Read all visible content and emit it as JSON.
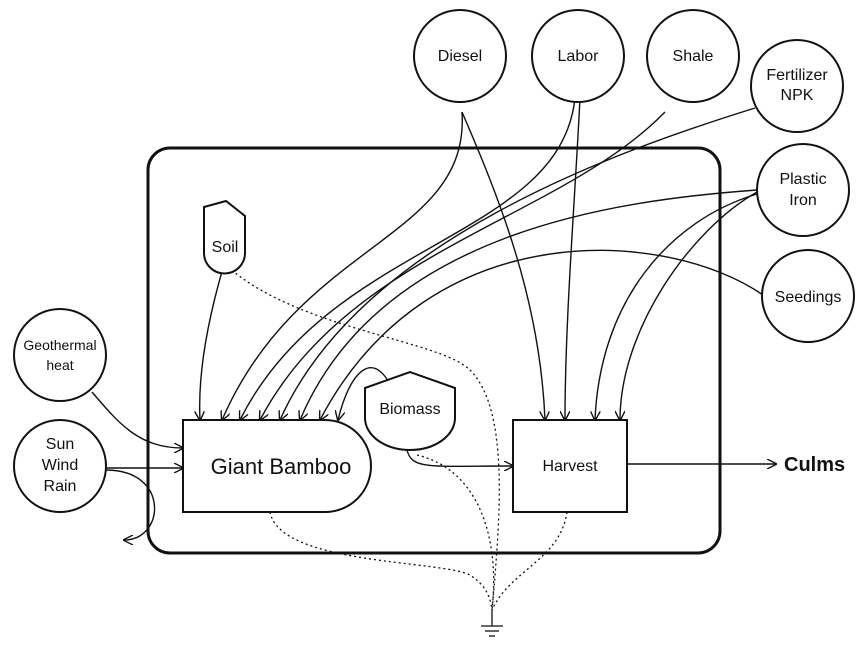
{
  "sources": {
    "diesel": "Diesel",
    "labor": "Labor",
    "shale": "Shale",
    "fertilizer": [
      "Fertilizer",
      "NPK"
    ],
    "plastic": [
      "Plastic",
      "Iron"
    ],
    "seedings": "Seedings",
    "geothermal": [
      "Geothermal",
      "heat"
    ],
    "sun": [
      "Sun",
      "Wind",
      "Rain"
    ]
  },
  "storages": {
    "soil": "Soil",
    "biomass": "Biomass"
  },
  "processes": {
    "bamboo": "Giant Bamboo",
    "harvest": "Harvest"
  },
  "outputs": {
    "culms": "Culms"
  }
}
